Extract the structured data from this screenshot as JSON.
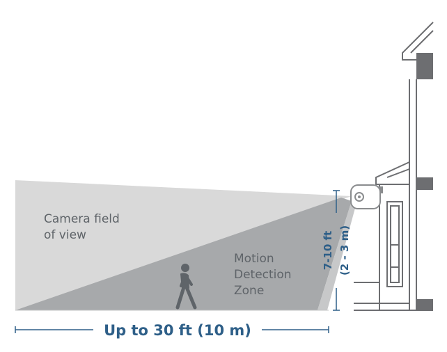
{
  "labels": {
    "field_of_view_line1": "Camera field",
    "field_of_view_line2": "of view",
    "motion_zone_line1": "Motion",
    "motion_zone_line2": "Detection",
    "motion_zone_line3": "Zone",
    "height_ft": "7-10 ft",
    "height_m": "(2 - 3 m)",
    "range": "Up to 30 ft (10 m)"
  },
  "colors": {
    "field_of_view": "#d9d9d9",
    "motion_zone": "#a7a9ab",
    "motion_zone_edge": "#c7c8c9",
    "house": "#6d6e71",
    "dimension_blue": "#2e5f88",
    "label_gray": "#5f6469"
  }
}
